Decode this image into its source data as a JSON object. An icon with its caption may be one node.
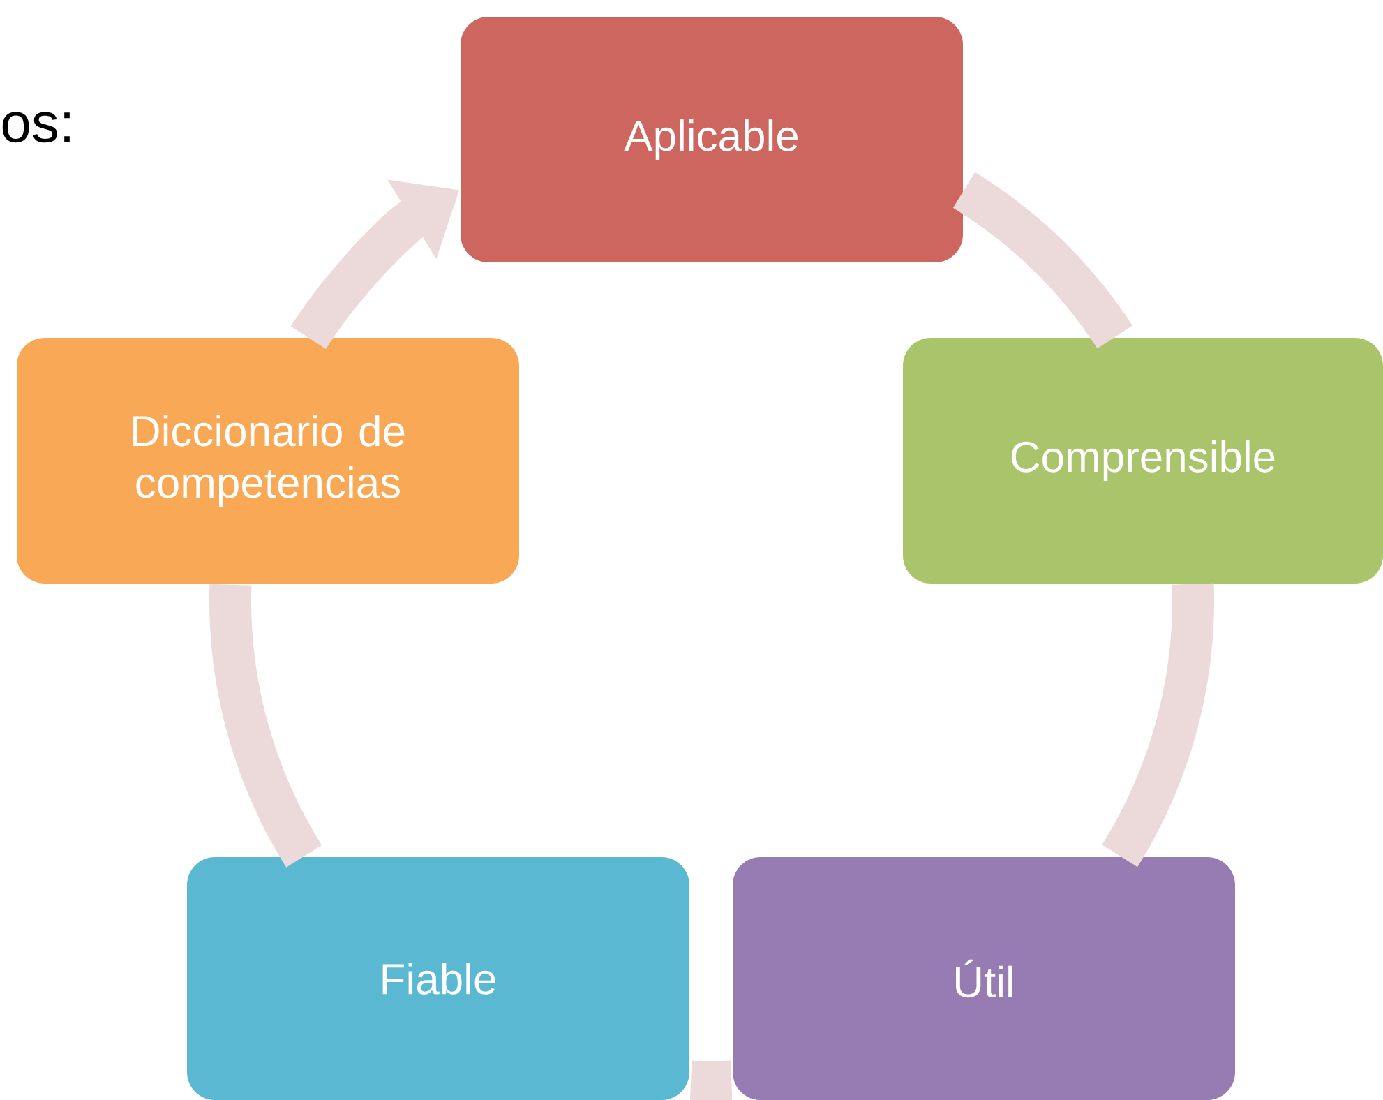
{
  "diagram": {
    "nodes": [
      {
        "text": [
          "Aplicable"
        ]
      },
      {
        "text": [
          "Comprensible"
        ]
      },
      {
        "text": [
          "Útil"
        ]
      },
      {
        "text": [
          "Fiable"
        ]
      },
      {
        "text": [
          "Diccionario de competencias"
        ]
      }
    ],
    "edges": [
      {
        "from": 0,
        "to": 1,
        "arrow": "none"
      },
      {
        "from": 1,
        "to": 2,
        "arrow": "none"
      },
      {
        "from": 2,
        "to": 3,
        "arrow": "none"
      },
      {
        "from": 3,
        "to": 4,
        "arrow": "none"
      },
      {
        "from": 4,
        "to": 0,
        "arrow": "to"
      }
    ],
    "labels": [
      "os:"
    ]
  }
}
